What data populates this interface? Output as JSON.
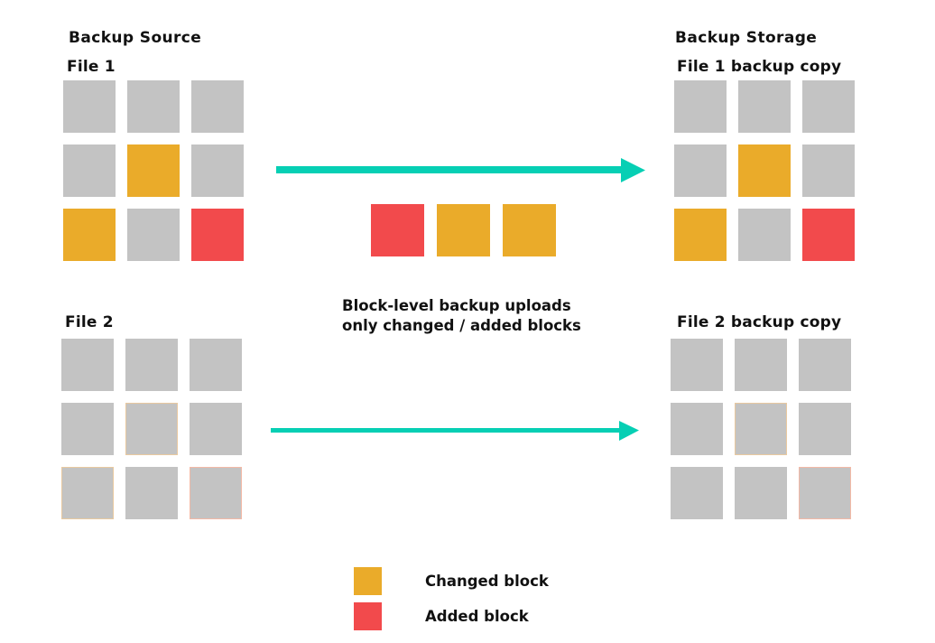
{
  "headings": {
    "backup_source": "Backup Source",
    "backup_storage": "Backup Storage",
    "file1": "File 1",
    "file1_copy": "File 1 backup copy",
    "file2": "File 2",
    "file2_copy": "File 2 backup copy"
  },
  "caption": {
    "line1": "Block-level backup uploads",
    "line2": "only changed / added blocks"
  },
  "legend": {
    "items": [
      {
        "label": "Changed block",
        "color": "#eaab2a",
        "state": "changed"
      },
      {
        "label": "Added block",
        "color": "#f24a4c",
        "state": "added"
      }
    ]
  },
  "colors": {
    "unchanged_block": "#c3c3c3",
    "changed_block": "#eaab2a",
    "added_block": "#f24a4c",
    "arrow": "#06cfb4",
    "text": "#111111",
    "background": "#ffffff",
    "ghost_changed_border": "#e9c9a0",
    "ghost_added_border": "#f3b9a6"
  },
  "grids": {
    "file1_source": {
      "rows": 3,
      "cols": 3,
      "blocks": [
        "unchanged",
        "unchanged",
        "unchanged",
        "unchanged",
        "changed",
        "unchanged",
        "changed",
        "unchanged",
        "added"
      ]
    },
    "file1_copy": {
      "rows": 3,
      "cols": 3,
      "blocks": [
        "unchanged",
        "unchanged",
        "unchanged",
        "unchanged",
        "changed",
        "unchanged",
        "changed",
        "unchanged",
        "added"
      ]
    },
    "file2_source": {
      "rows": 3,
      "cols": 3,
      "blocks": [
        "unchanged",
        "unchanged",
        "unchanged",
        "unchanged",
        "ghost-changed",
        "unchanged",
        "ghost-changed",
        "unchanged",
        "ghost-added"
      ]
    },
    "file2_copy": {
      "rows": 3,
      "cols": 3,
      "blocks": [
        "unchanged",
        "unchanged",
        "unchanged",
        "unchanged",
        "ghost-changed",
        "unchanged",
        "unchanged",
        "unchanged",
        "ghost-added"
      ]
    }
  },
  "transfer_strip": {
    "blocks": [
      "added",
      "changed",
      "changed"
    ]
  },
  "arrows": [
    {
      "name": "file1-transfer-arrow",
      "direction": "right",
      "color": "#06cfb4"
    },
    {
      "name": "file2-transfer-arrow",
      "direction": "right",
      "color": "#06cfb4"
    }
  ]
}
